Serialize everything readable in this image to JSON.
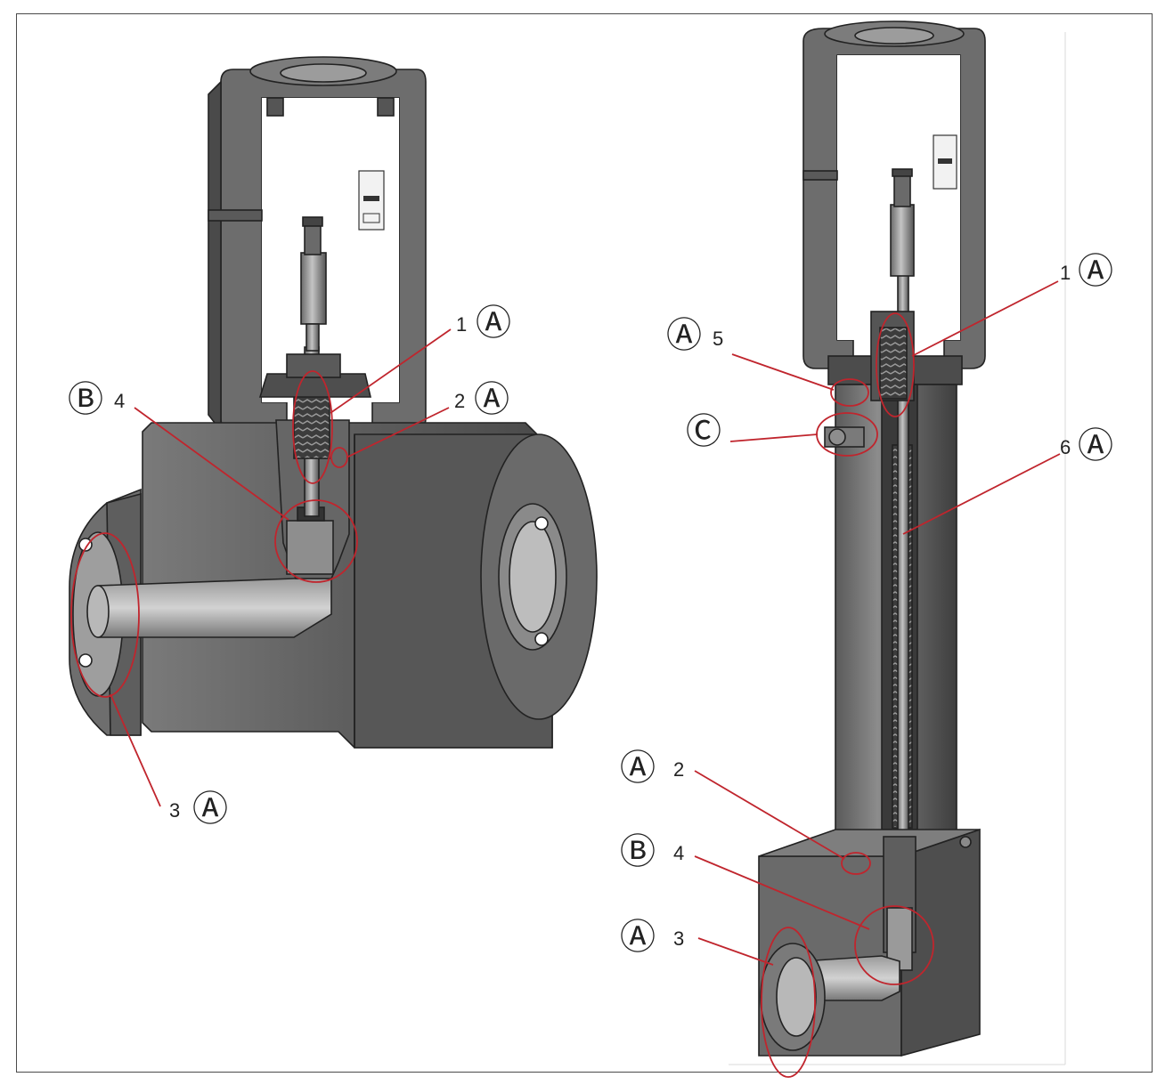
{
  "left_figure": {
    "callouts": [
      {
        "number": "1",
        "symbol": "Ⓐ"
      },
      {
        "number": "2",
        "symbol": "Ⓐ"
      },
      {
        "number": "3",
        "symbol": "Ⓐ"
      },
      {
        "number": "4",
        "symbol": "Ⓑ"
      }
    ]
  },
  "right_figure": {
    "callouts": [
      {
        "number": "1",
        "symbol": "Ⓐ"
      },
      {
        "number": "5",
        "symbol": "Ⓐ"
      },
      {
        "number": "",
        "symbol": "Ⓒ"
      },
      {
        "number": "6",
        "symbol": "Ⓐ"
      },
      {
        "number": "2",
        "symbol": "Ⓐ"
      },
      {
        "number": "4",
        "symbol": "Ⓑ"
      },
      {
        "number": "3",
        "symbol": "Ⓐ"
      }
    ]
  },
  "colors": {
    "leader": "#c0252d",
    "metal_light": "#8a8a8a",
    "metal_mid": "#6e6e6e",
    "metal_dark": "#4c4c4c",
    "outline": "#222222"
  }
}
